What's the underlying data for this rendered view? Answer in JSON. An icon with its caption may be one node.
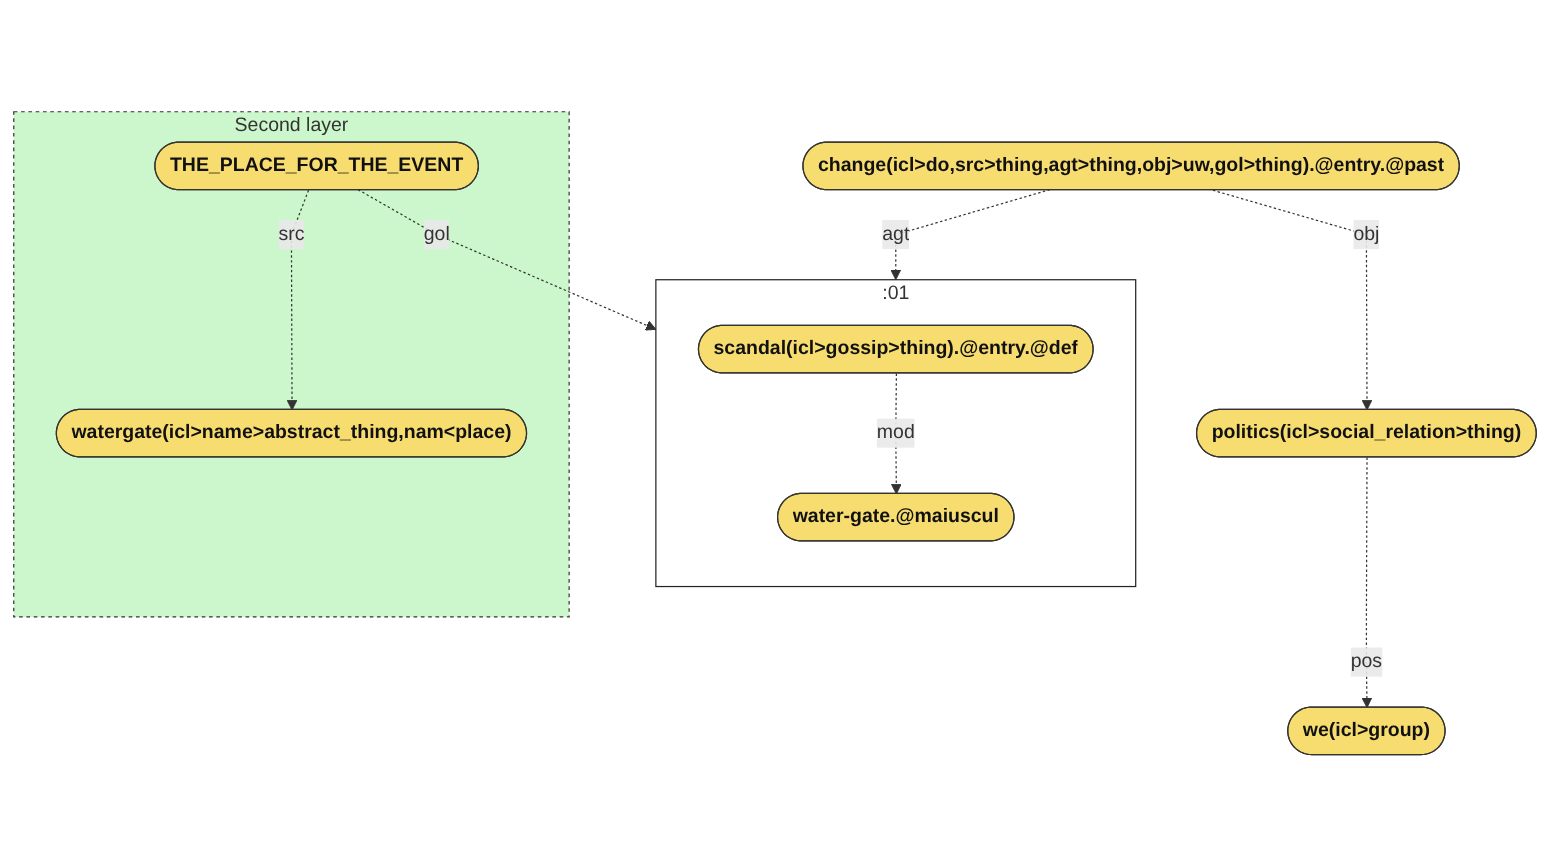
{
  "diagram": {
    "nodes": [
      {
        "text": [
          "change(icl>do,src>thing,agt>thing,obj>uw,gol>thing).@entry.@past"
        ]
      },
      {
        "text": [
          ":01"
        ]
      },
      {
        "text": [
          "scandal(icl>gossip>thing).@entry.@def"
        ],
        "in": 1
      },
      {
        "text": [
          "water-gate.@maiuscul"
        ],
        "in": 1
      },
      {
        "text": [
          "politics(icl>social_relation>thing)"
        ]
      },
      {
        "text": [
          "we(icl>group)"
        ]
      },
      {
        "text": [
          "Second layer"
        ]
      },
      {
        "text": [
          "THE_PLACE_FOR_THE_EVENT"
        ],
        "in": 6
      },
      {
        "text": [
          "watergate(icl>name>abstract_thing,nam<place)"
        ],
        "in": 6
      }
    ],
    "edges": [
      {
        "from": 0,
        "to": 1,
        "arrow": "to",
        "label": "agt",
        "style": "dashed"
      },
      {
        "from": 0,
        "to": 4,
        "arrow": "to",
        "label": "obj",
        "style": "dashed"
      },
      {
        "from": 2,
        "to": 3,
        "arrow": "to",
        "label": "mod",
        "style": "dashed"
      },
      {
        "from": 4,
        "to": 5,
        "arrow": "to",
        "label": "pos",
        "style": "dashed"
      },
      {
        "from": 7,
        "to": 1,
        "arrow": "to",
        "label": "gol",
        "style": "dashed"
      },
      {
        "from": 7,
        "to": 8,
        "arrow": "to",
        "label": "src",
        "style": "dashed"
      }
    ]
  }
}
